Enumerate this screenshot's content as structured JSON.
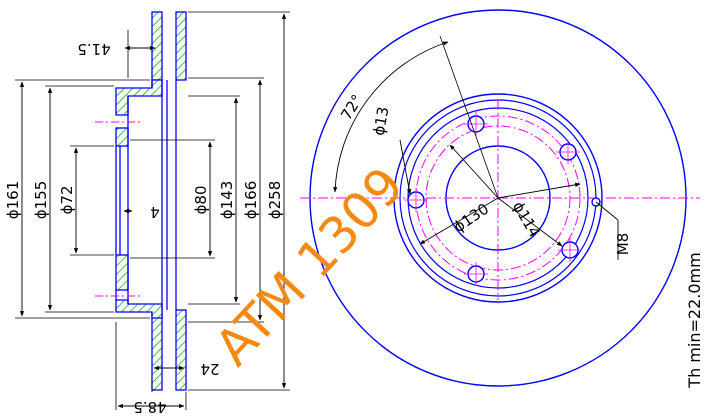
{
  "drawing": {
    "part_number": "ATM 1309",
    "min_thickness": "Th min=22.0mm",
    "section_view": {
      "diameters": [
        {
          "id": "d161",
          "label": "ϕ161"
        },
        {
          "id": "d155",
          "label": "ϕ155"
        },
        {
          "id": "d72",
          "label": "ϕ72"
        },
        {
          "id": "d80",
          "label": "ϕ80"
        },
        {
          "id": "d143",
          "label": "ϕ143"
        },
        {
          "id": "d166",
          "label": "ϕ166"
        },
        {
          "id": "d258",
          "label": "ϕ258"
        }
      ],
      "hat_height": "41.5",
      "hat_thickness": "4",
      "rotor_thickness": "24",
      "overall_height": "48.5"
    },
    "front_view": {
      "bolt_angle": "72°",
      "bolt_hole": "ϕ13",
      "pcd_outer": "ϕ130",
      "pcd_inner": "ϕ114",
      "thread": "M8",
      "bolt_count": 5
    },
    "colors": {
      "outline": "#0000ff",
      "section": "#00aa00",
      "centerline": "#ff00ff",
      "dimension": "#000000",
      "watermark": "#f58a12"
    }
  }
}
